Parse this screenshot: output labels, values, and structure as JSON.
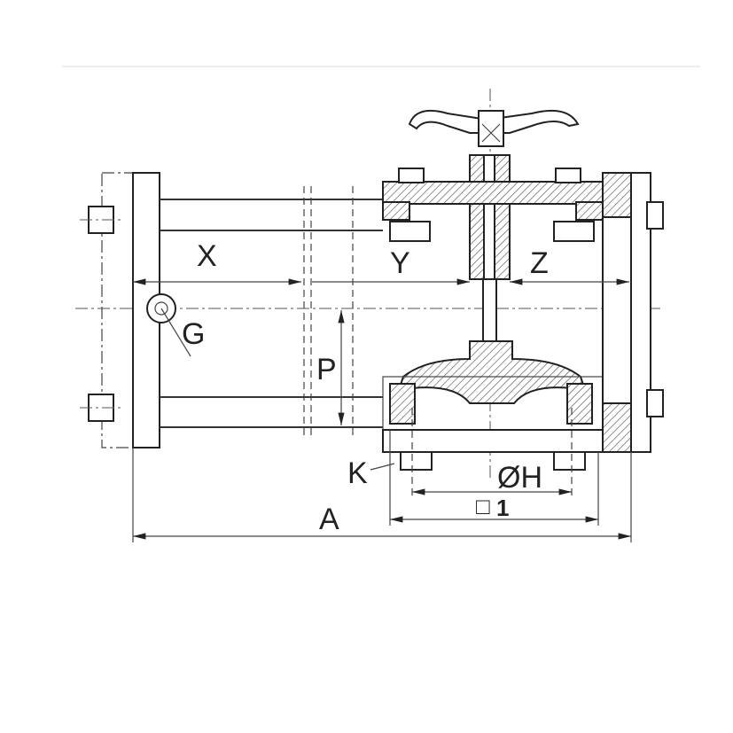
{
  "diagram": {
    "labels": {
      "x": "X",
      "y": "Y",
      "z": "Z",
      "g": "G",
      "p": "P",
      "k": "K",
      "oh": "ØH",
      "square": "□",
      "one": "1",
      "a": "A"
    }
  }
}
